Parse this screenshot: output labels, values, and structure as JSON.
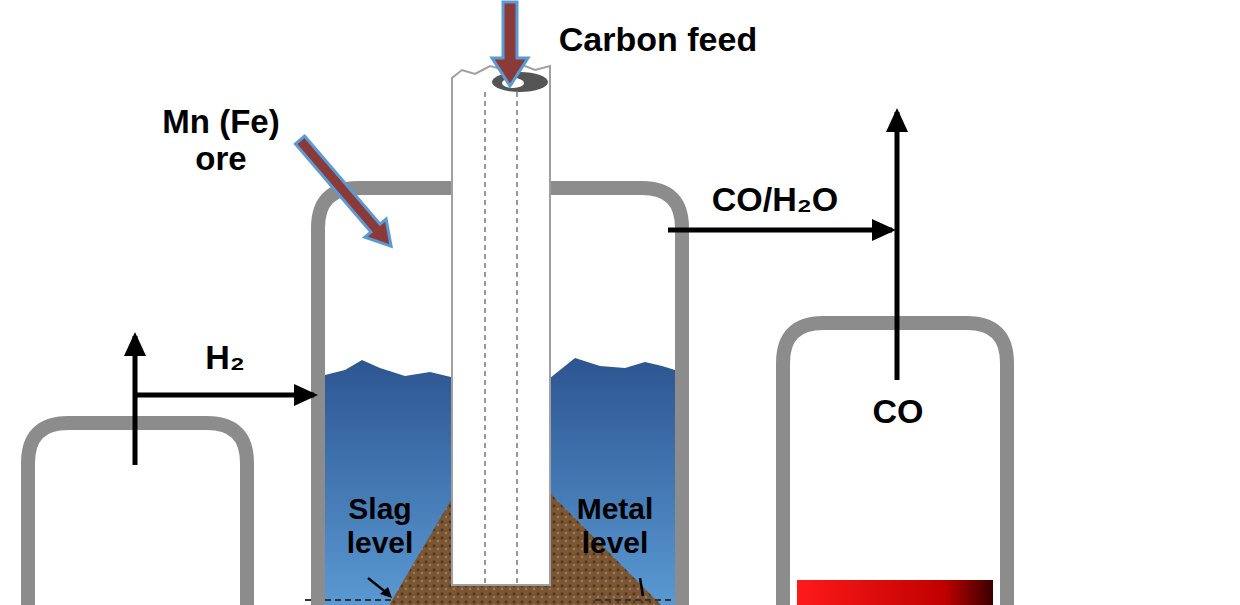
{
  "diagram": {
    "labels": [
      "Carbon feed",
      "Mn (Fe) ore",
      "CO/H₂O",
      "H₂",
      "CO",
      "Slag level",
      "Metal level"
    ]
  }
}
